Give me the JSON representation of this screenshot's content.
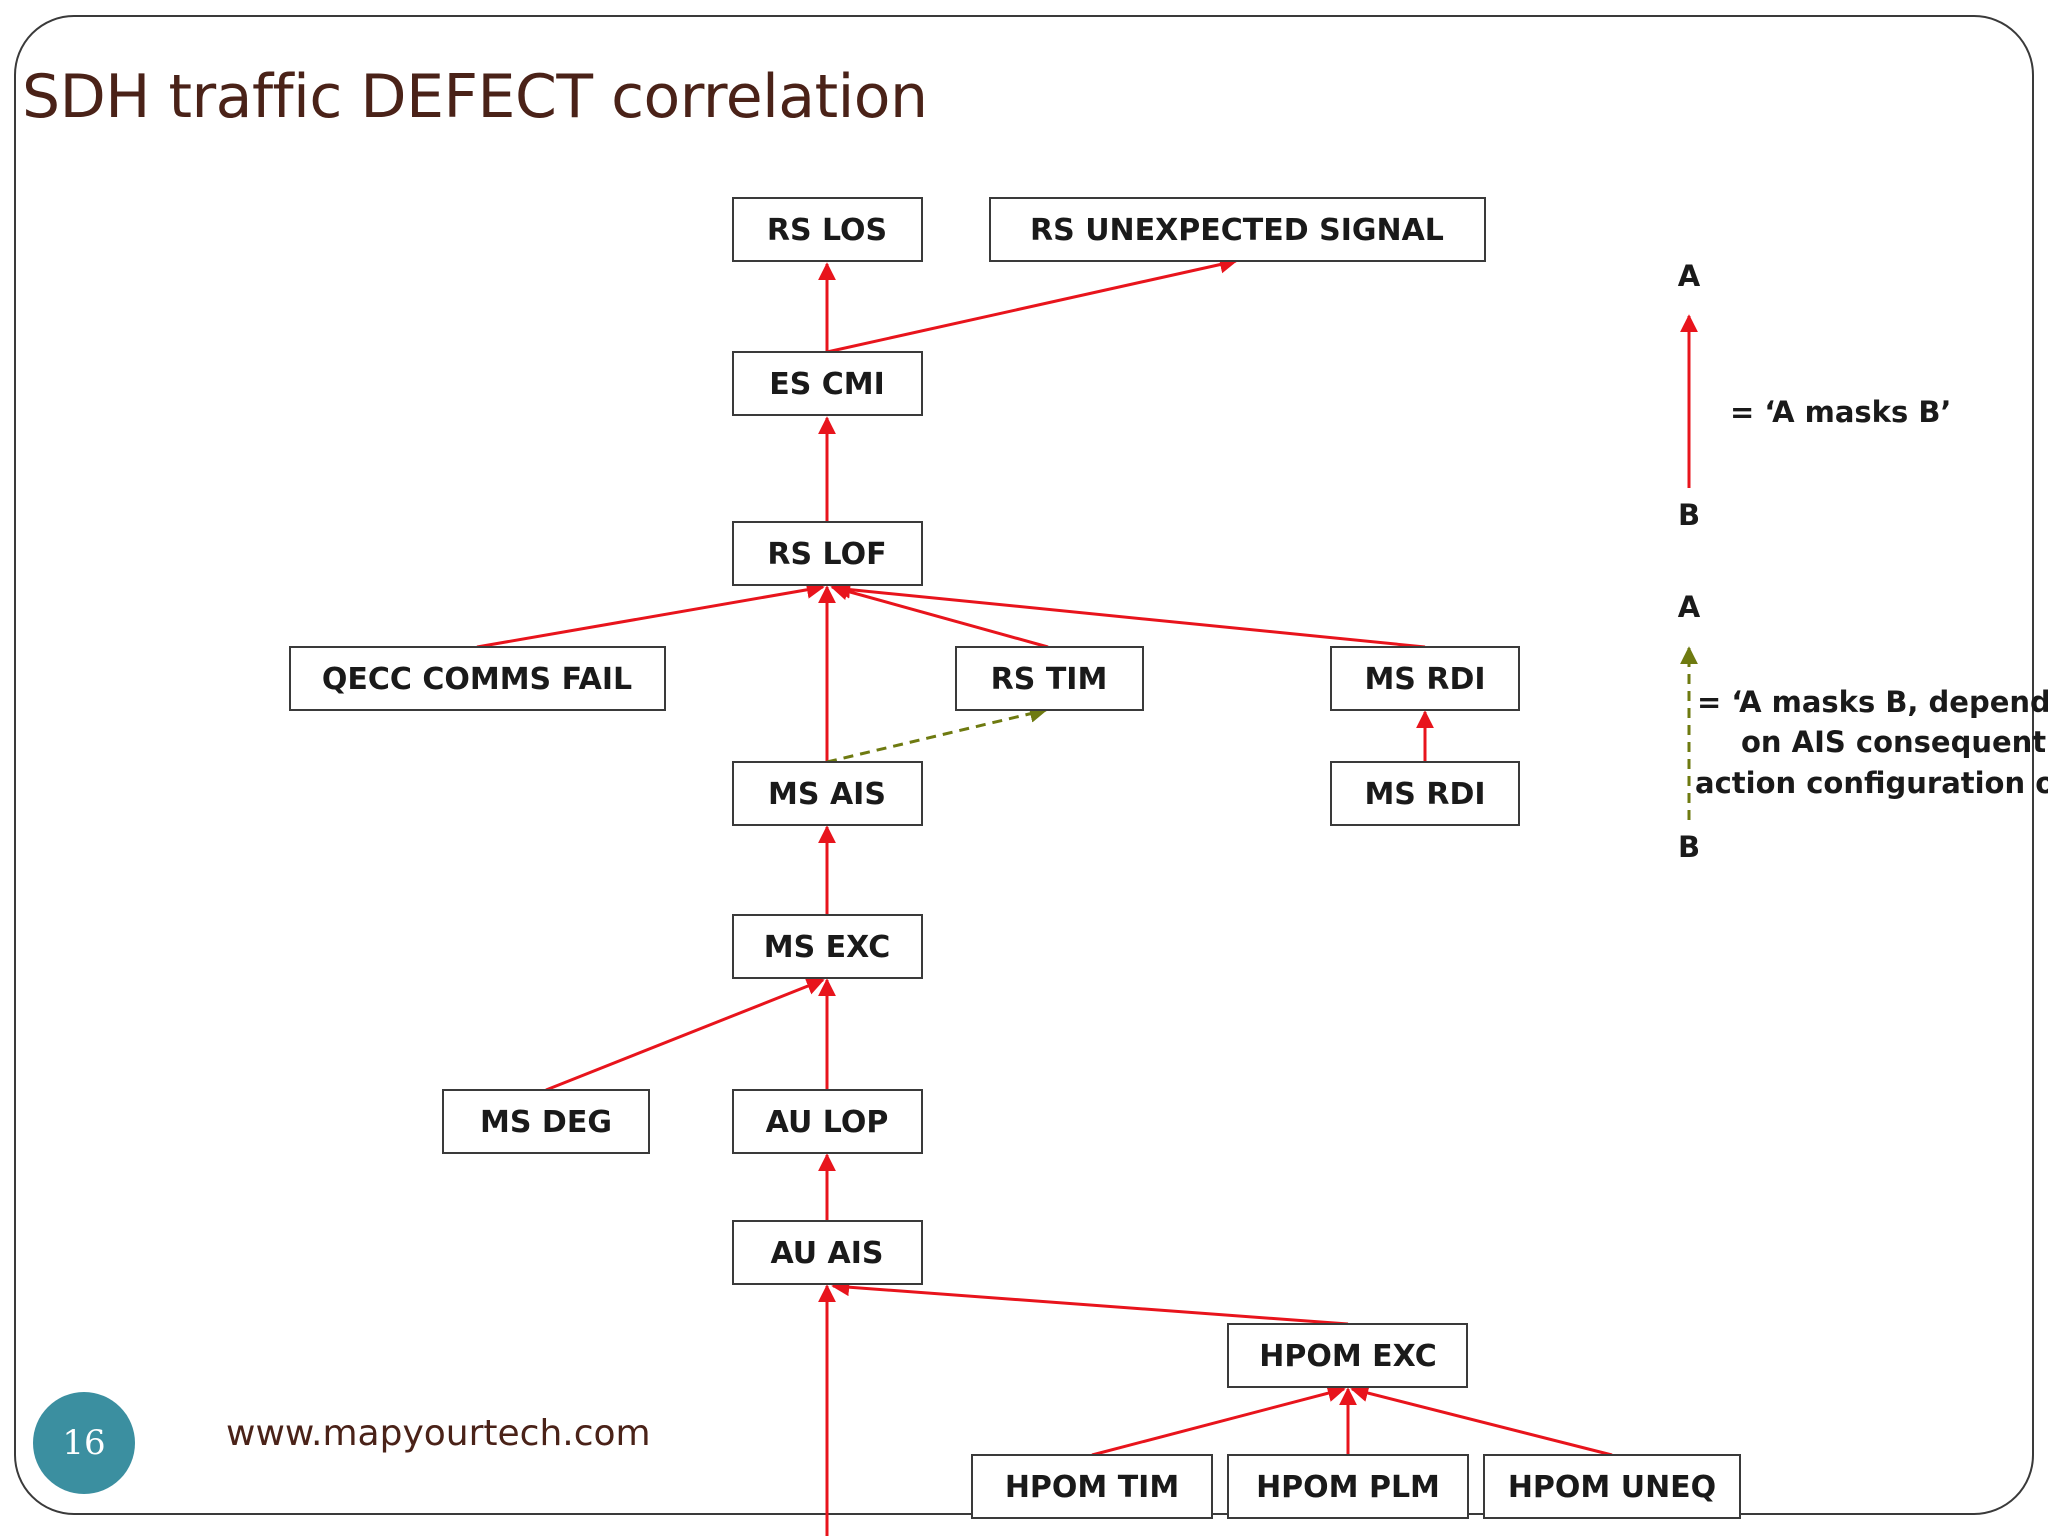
{
  "title": "SDH traffic DEFECT correlation",
  "footer": {
    "url": "www.mapyourtech.com",
    "page_number": "16"
  },
  "colors": {
    "mask_edge": "#e8141c",
    "dependent_edge": "#6e7a10",
    "title": "#4a2218",
    "badge": "#3b8fa0"
  },
  "nodes": {
    "rs_los": "RS LOS",
    "rs_unexpected_signal": "RS UNEXPECTED SIGNAL",
    "es_cmi": "ES CMI",
    "rs_lof": "RS LOF",
    "qecc_comms_fail": "QECC COMMS FAIL",
    "rs_tim": "RS TIM",
    "ms_rdi_upper": "MS RDI",
    "ms_ais": "MS AIS",
    "ms_rdi_lower": "MS RDI",
    "ms_exc": "MS EXC",
    "ms_deg": "MS DEG",
    "au_lop": "AU LOP",
    "au_ais": "AU AIS",
    "hpom_exc": "HPOM EXC",
    "hpom_tim": "HPOM TIM",
    "hpom_plm": "HPOM PLM",
    "hpom_uneq": "HPOM UNEQ"
  },
  "legend": {
    "mask": {
      "a": "A",
      "b": "B",
      "text": "= ‘A masks B’"
    },
    "dependent": {
      "a": "A",
      "b": "B",
      "line1": "= ‘A masks B, dependent",
      "line2": "on AIS consequent",
      "line3": "action configuration of A’"
    }
  }
}
